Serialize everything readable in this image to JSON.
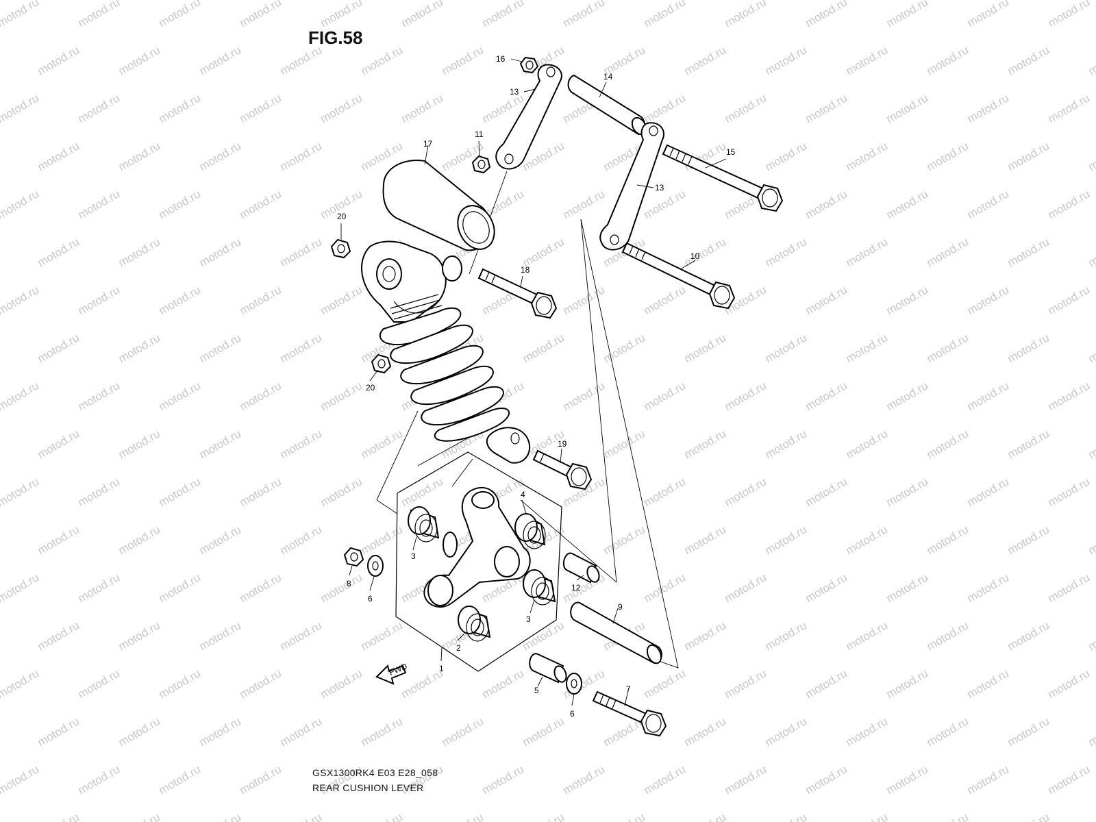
{
  "figure": {
    "title": "FIG.58"
  },
  "caption": {
    "code": "GSX1300RK4 E03 E28_058",
    "name": "REAR CUSHION LEVER"
  },
  "watermark": {
    "text": "motod.ru",
    "color": "#c8c8c8"
  },
  "fwd_label": "FWD",
  "callouts": [
    {
      "id": "16",
      "label": "16"
    },
    {
      "id": "13a",
      "label": "13"
    },
    {
      "id": "14",
      "label": "14"
    },
    {
      "id": "11",
      "label": "11"
    },
    {
      "id": "17",
      "label": "17"
    },
    {
      "id": "15",
      "label": "15"
    },
    {
      "id": "13b",
      "label": "13"
    },
    {
      "id": "20a",
      "label": "20"
    },
    {
      "id": "18",
      "label": "18"
    },
    {
      "id": "10",
      "label": "10"
    },
    {
      "id": "20b",
      "label": "20"
    },
    {
      "id": "19",
      "label": "19"
    },
    {
      "id": "4",
      "label": "4"
    },
    {
      "id": "3a",
      "label": "3"
    },
    {
      "id": "8",
      "label": "8"
    },
    {
      "id": "6a",
      "label": "6"
    },
    {
      "id": "12",
      "label": "12"
    },
    {
      "id": "3b",
      "label": "3"
    },
    {
      "id": "9",
      "label": "9"
    },
    {
      "id": "2",
      "label": "2"
    },
    {
      "id": "1",
      "label": "1"
    },
    {
      "id": "5",
      "label": "5"
    },
    {
      "id": "6b",
      "label": "6"
    },
    {
      "id": "7",
      "label": "7"
    }
  ]
}
